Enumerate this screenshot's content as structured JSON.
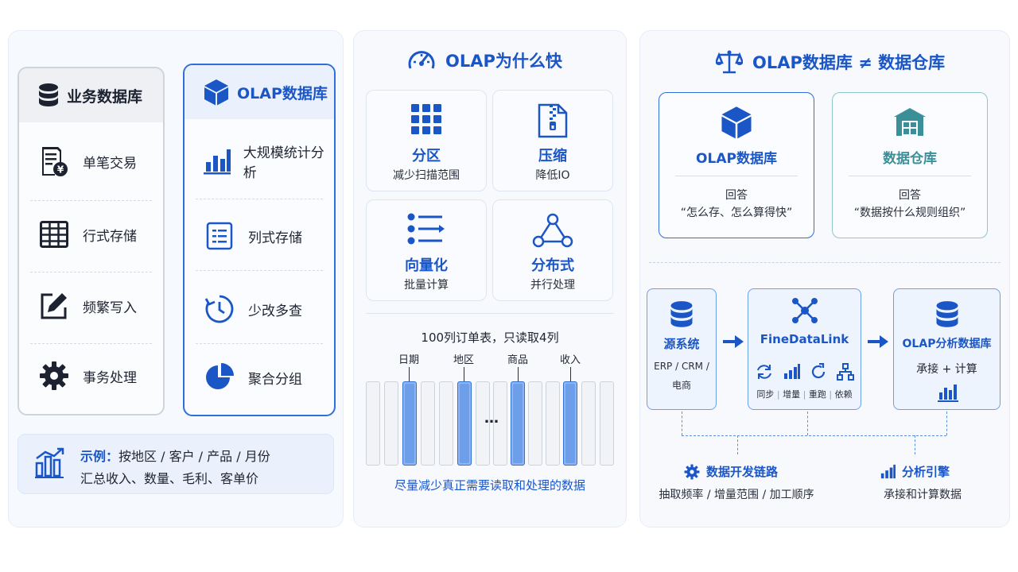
{
  "panel1": {
    "business_db": {
      "title": "业务数据库",
      "rows": [
        "单笔交易",
        "行式存储",
        "频繁写入",
        "事务处理"
      ]
    },
    "olap_db": {
      "title": "OLAP数据库",
      "rows": [
        "大规模统计分析",
        "列式存储",
        "少改多查",
        "聚合分组"
      ]
    },
    "example": {
      "label": "示例：",
      "line1": "按地区 / 客户 / 产品 / 月份",
      "line2": "汇总收入、数量、毛利、客单价"
    }
  },
  "panel2": {
    "title": "OLAP为什么快",
    "tiles": [
      {
        "name": "分区",
        "desc": "减少扫描范围"
      },
      {
        "name": "压缩",
        "desc": "降低IO"
      },
      {
        "name": "向量化",
        "desc": "批量计算"
      },
      {
        "name": "分布式",
        "desc": "并行处理"
      }
    ],
    "table_caption": "100列订单表，只读取4列",
    "columns": [
      "日期",
      "地区",
      "商品",
      "收入"
    ],
    "ellipsis": "…",
    "footer": "尽量减少真正需要读取和处理的数据"
  },
  "panel3": {
    "title": "OLAP数据库 ≠ 数据仓库",
    "olap_card": {
      "name": "OLAP数据库",
      "answer_label": "回答",
      "answer": "“怎么存、怎么算得快”"
    },
    "dw_card": {
      "name": "数据仓库",
      "answer_label": "回答",
      "answer": "“数据按什么规则组织”"
    },
    "flow": {
      "source": {
        "name": "源系统",
        "desc1": "ERP / CRM /",
        "desc2": "电商"
      },
      "fdl": {
        "name": "FineDataLink",
        "steps": [
          "同步",
          "增量",
          "重跑",
          "依赖"
        ],
        "seps": [
          "|",
          "|",
          "|"
        ]
      },
      "target": {
        "name": "OLAP分析数据库",
        "desc": "承接 + 计算"
      }
    },
    "bottom": {
      "left_title": "数据开发链路",
      "left_desc": "抽取频率 / 增量范围 / 加工顺序",
      "right_title": "分析引擎",
      "right_desc": "承接和计算数据"
    }
  },
  "colors": {
    "primary": "#1b56c7",
    "accent": "#2f6fd8",
    "teal": "#3a8f98",
    "dark": "#2a2f3a"
  }
}
